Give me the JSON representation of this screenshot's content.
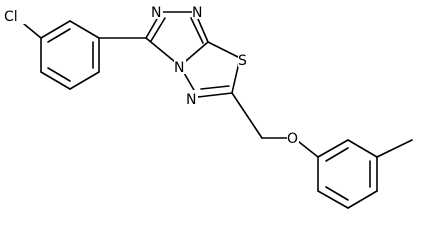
{
  "atoms": {
    "cl": "Cl",
    "n1": "N",
    "n2": "N",
    "n3": "N",
    "n4": "N",
    "s": "S",
    "o": "O"
  },
  "colors": {
    "bond": "#000000",
    "background": "#ffffff"
  }
}
